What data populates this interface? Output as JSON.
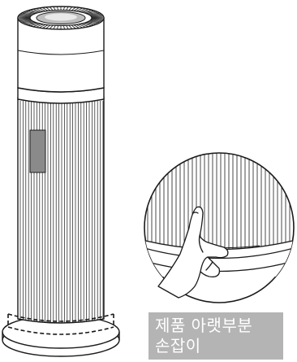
{
  "caption": {
    "line1": "제품 아랫부분",
    "line2": "손잡이"
  },
  "colors": {
    "outline": "#1a1a1a",
    "body": "#ffffff",
    "display_panel": "#8a8a8a",
    "caption_bg": "#b4b4b4",
    "caption_text": "#ffffff",
    "dashed_marker": "#1a1a1a"
  },
  "icons": {
    "product": "tower-air-purifier-illustration",
    "detail": "hand-gripping-base-handle-illustration"
  }
}
